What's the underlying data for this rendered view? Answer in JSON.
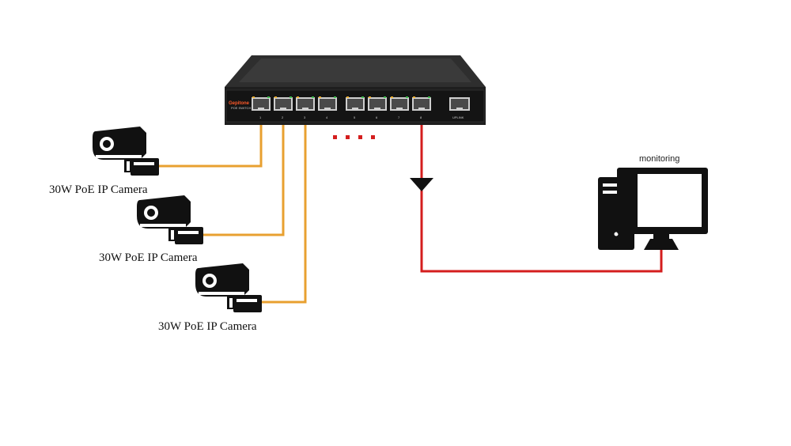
{
  "switch": {
    "brand": "Gepitone",
    "model": "POE SWITCH",
    "port_numbers": [
      "1",
      "2",
      "3",
      "4",
      "5",
      "6",
      "7",
      "8"
    ],
    "uplink_label": "UPLINK",
    "body_color": "#2b2b2b"
  },
  "cameras": [
    {
      "label": "30W PoE IP Camera"
    },
    {
      "label": "30W PoE IP Camera"
    },
    {
      "label": "30W PoE IP Camera"
    }
  ],
  "monitoring": {
    "label": "monitoring"
  },
  "colors": {
    "camera_cable": "#e8a030",
    "uplink_cable": "#d41e1e",
    "dots": "#d41e1e"
  },
  "icons": {
    "camera": "cctv-camera-icon",
    "computer": "desktop-computer-icon",
    "arrow": "arrow-down-icon"
  }
}
